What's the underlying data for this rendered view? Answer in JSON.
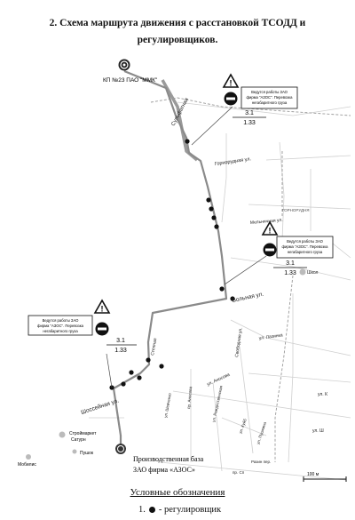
{
  "title_line_1": "2. Схема маршрута движения с расстановкой ТСОДД и",
  "title_line_2": "регулировщиков.",
  "start_point_label": "КП №23 ПАО \"ММК\"",
  "end_point_label_1": "Производственная база",
  "end_point_label_2": "ЗАО фирма «АЗОС»",
  "warning_text_line_1": "Ведутся работы ЗАО",
  "warning_text_line_2": "фирма \"АЗОС\". Перевозка",
  "warning_text_line_3": "негабаритного груза",
  "sign_code_1": "3.1",
  "sign_code_2": "1.33",
  "street_names": {
    "sulfatnaya": "Сульфатная",
    "gornorudnaya": "Горнорудная ул.",
    "gornorudnaya_district": "ГОРНОРУДНЯ",
    "melnichnaya": "Мельничная ул.",
    "volnaya": "Вольная ул.",
    "shosseynaya": "Шоссейная ул.",
    "stepnaya": "Степная",
    "svobodnaya": "Свободная ул.",
    "lazinka": "ул. Лазинка",
    "anosova": "ул. Аносова",
    "pr_anosova": "пр. Аносова",
    "shevchenko": "ул. Шевченко",
    "rozhdestvenskaya": "ул. Рождественская",
    "kuyb": "ул. Куйб",
    "pushkina": "ул. Пушкина",
    "shkola": "Школ",
    "ul_g": "ул. К",
    "ul_sh": "ул. Ш",
    "razin": "Разин пер.",
    "prospekt": "пр. Сп"
  },
  "poi_names": {
    "stroymarket": "Строймаркет",
    "saturn": "Сатурн",
    "pushok": "Пушок",
    "mobilis": "Мобилис"
  },
  "scale_label": "100 м",
  "legend_title": "Условные обозначения",
  "legend_item_number": "1.",
  "legend_item_text": "- регулировщик",
  "colors": {
    "route": "#8a8a8a",
    "sign_red": "#c41e1e",
    "marker": "#111111"
  }
}
